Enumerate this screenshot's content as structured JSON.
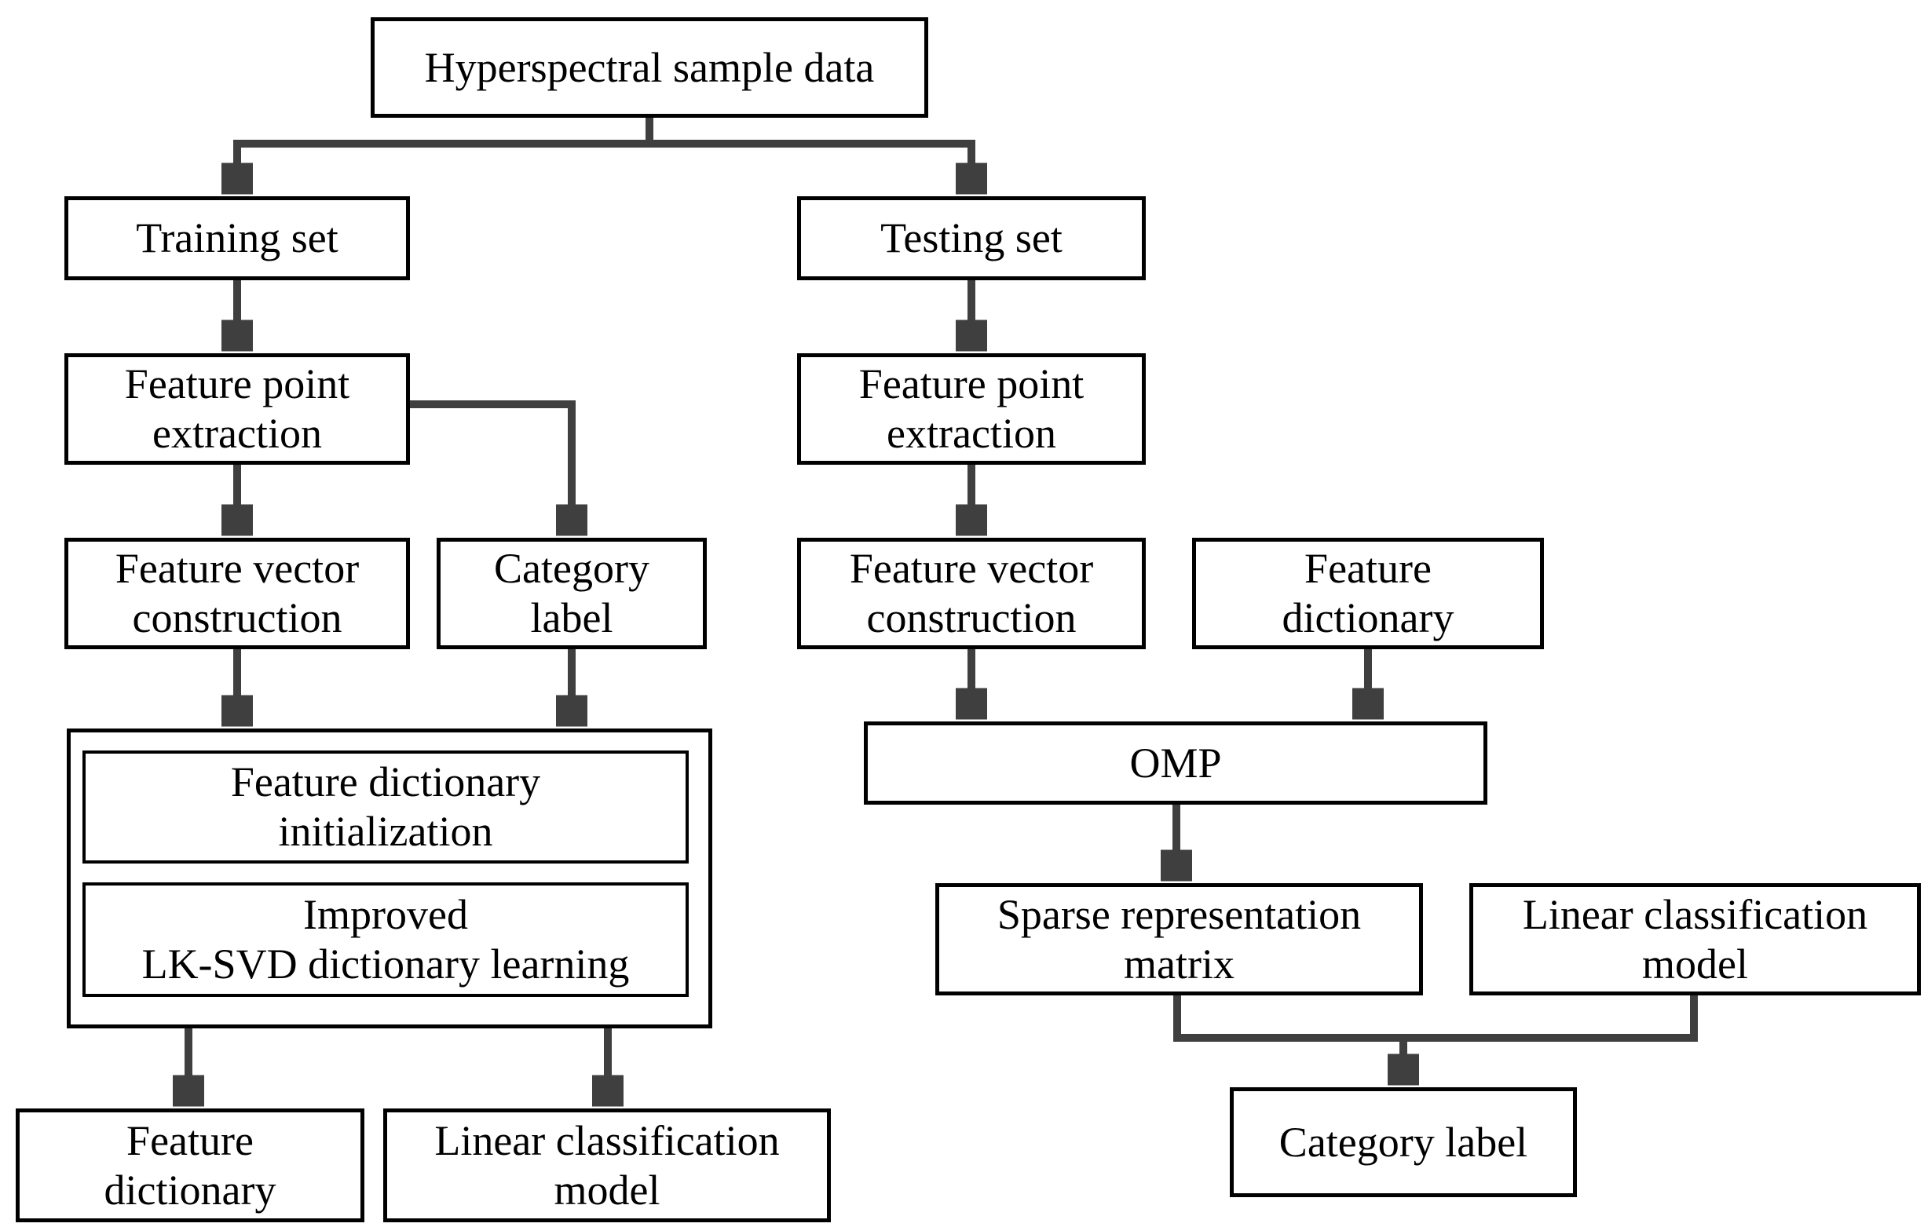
{
  "diagram": {
    "type": "flowchart",
    "colors": {
      "background": "#ffffff",
      "box_border": "#000000",
      "connector": "#3f3f3f",
      "text": "#000000"
    },
    "nodes": {
      "hyperspectral": {
        "label": "Hyperspectral sample data"
      },
      "training_set": {
        "label": "Training set"
      },
      "fpe_left": {
        "label": "Feature point\nextraction"
      },
      "fvc_left": {
        "label": "Feature vector\nconstruction"
      },
      "category_left": {
        "label": "Category\nlabel"
      },
      "dict_init": {
        "label": "Feature dictionary\ninitialization"
      },
      "lksvd": {
        "label": "Improved\nLK-SVD dictionary learning"
      },
      "feature_dict_out": {
        "label": "Feature\ndictionary"
      },
      "linear_model_left": {
        "label": "Linear classification\nmodel"
      },
      "testing_set": {
        "label": "Testing set"
      },
      "fpe_right": {
        "label": "Feature point\nextraction"
      },
      "fvc_right": {
        "label": "Feature vector\nconstruction"
      },
      "feature_dict_in": {
        "label": "Feature\ndictionary"
      },
      "omp": {
        "label": "OMP"
      },
      "sparse_matrix": {
        "label": "Sparse representation\nmatrix"
      },
      "linear_model_right": {
        "label": "Linear classification\nmodel"
      },
      "category_right": {
        "label": "Category label"
      }
    },
    "edges": [
      {
        "from": "hyperspectral",
        "to": "training_set"
      },
      {
        "from": "hyperspectral",
        "to": "testing_set"
      },
      {
        "from": "training_set",
        "to": "fpe_left"
      },
      {
        "from": "fpe_left",
        "to": "fvc_left"
      },
      {
        "from": "fpe_left",
        "to": "category_left"
      },
      {
        "from": "fvc_left",
        "to": "dictionary_learning_group"
      },
      {
        "from": "category_left",
        "to": "dictionary_learning_group"
      },
      {
        "from": "dictionary_learning_group",
        "to": "feature_dict_out"
      },
      {
        "from": "dictionary_learning_group",
        "to": "linear_model_left"
      },
      {
        "from": "testing_set",
        "to": "fpe_right"
      },
      {
        "from": "fpe_right",
        "to": "fvc_right"
      },
      {
        "from": "fvc_right",
        "to": "omp"
      },
      {
        "from": "feature_dict_in",
        "to": "omp"
      },
      {
        "from": "omp",
        "to": "sparse_matrix"
      },
      {
        "from": "sparse_matrix",
        "to": "category_right"
      },
      {
        "from": "linear_model_right",
        "to": "category_right"
      }
    ]
  }
}
